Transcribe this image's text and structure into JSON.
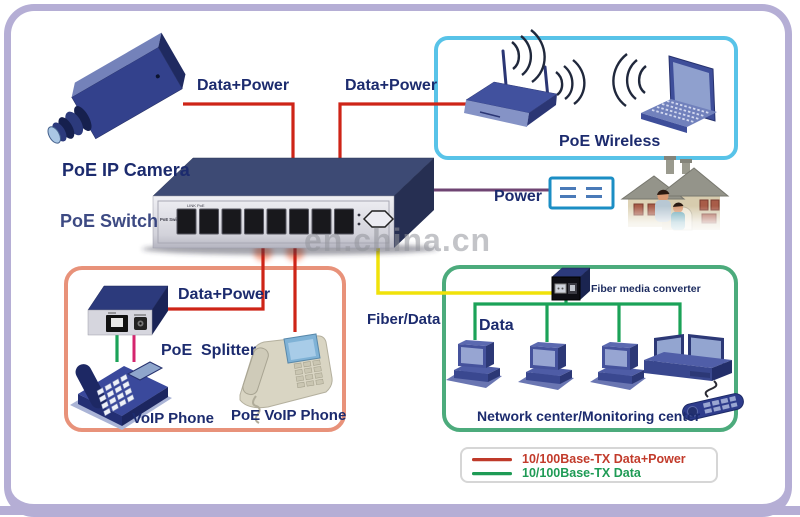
{
  "watermark": "en.china.cn",
  "links": {
    "camera": "Data+Power",
    "wireless": "Data+Power",
    "splitter": "Data+Power",
    "power": "Power",
    "fiber": "Fiber/Data",
    "data": "Data"
  },
  "devices": {
    "camera": "PoE IP Camera",
    "switch": "PoE Switch",
    "wireless_box": "PoE Wireless",
    "splitter": "PoE  Splitter",
    "voip_phone": "VoIP Phone",
    "poe_voip_phone": "PoE VoIP Phone",
    "converter": "Fiber media converter",
    "network_center": "Network center/Monitoring center"
  },
  "switch_panel": {
    "model_text": "PoE Switch",
    "led_text": "LINK  PoE"
  },
  "legend": {
    "items": [
      {
        "label": "10/100Base-TX Data+Power",
        "color": "#bf3a2a"
      },
      {
        "label": "10/100Base-TX Data",
        "color": "#1e9b55"
      }
    ]
  },
  "colors": {
    "data_power": "#ce2417",
    "data": "#1ba258",
    "power_line": "#6f4473",
    "fiber_line": "#f0e20a",
    "splitter_power": "#d4256e",
    "frame": "#b5aed5",
    "wireless_box_border": "#58c3e8",
    "splitter_box_border": "#e8927a",
    "network_box_border": "#4cab7c",
    "label_text": "#1c2b6e"
  }
}
